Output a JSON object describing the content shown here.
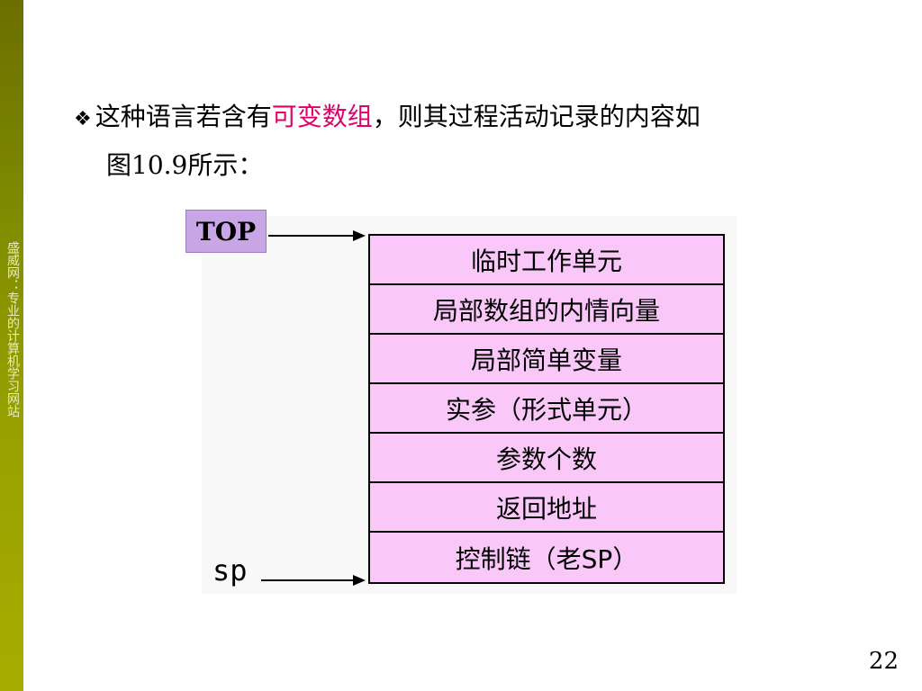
{
  "sidebar": {
    "text": "盛威网：专业的计算机学习网站"
  },
  "content": {
    "line1_before": "这种语言若含有",
    "line1_highlight": "可变数组",
    "line1_after": "，则其过程活动记录的内容如",
    "line2": "图10.9所示：",
    "bullet_symbol": "❖"
  },
  "diagram": {
    "top_label": "TOP",
    "sp_label": "sp",
    "cells": [
      "临时工作单元",
      "局部数组的内情向量",
      "局部简单变量",
      "实参（形式单元）",
      "参数个数",
      "返回地址",
      "控制链（老SP）"
    ]
  },
  "page_number": "22",
  "colors": {
    "highlight": "#e0006a",
    "cell_fill": "#f9c8f9",
    "top_box_fill": "#c9a6e6",
    "sidebar": "#8a9200"
  }
}
